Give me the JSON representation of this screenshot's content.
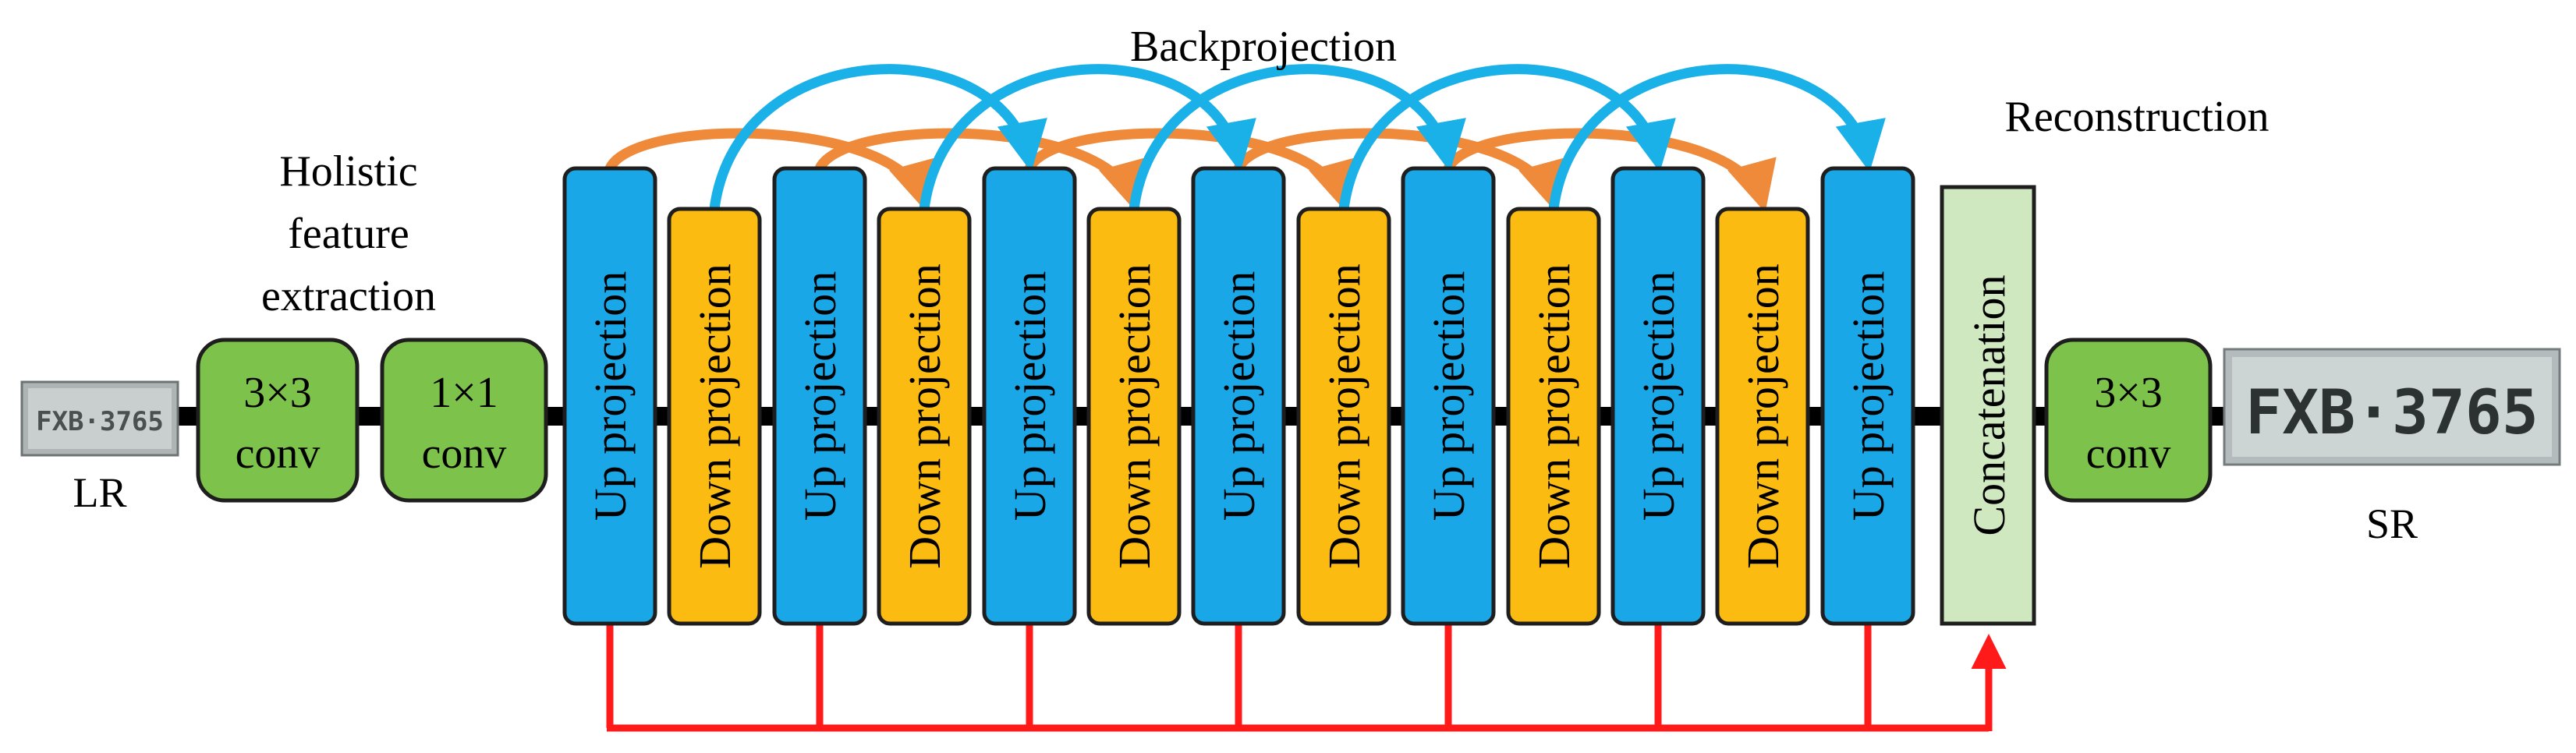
{
  "labels": {
    "backprojection": "Backprojection",
    "reconstruction": "Reconstruction",
    "holistic": [
      "Holistic",
      "feature",
      "extraction"
    ],
    "lr": "LR",
    "sr": "SR"
  },
  "convs": [
    {
      "line1": "3×3",
      "line2": "conv"
    },
    {
      "line1": "1×1",
      "line2": "conv"
    },
    {
      "line1": "3×3",
      "line2": "conv"
    }
  ],
  "stages": [
    {
      "type": "up",
      "label": "Up projection"
    },
    {
      "type": "down",
      "label": "Down projection"
    },
    {
      "type": "up",
      "label": "Up projection"
    },
    {
      "type": "down",
      "label": "Down projection"
    },
    {
      "type": "up",
      "label": "Up projection"
    },
    {
      "type": "down",
      "label": "Down projection"
    },
    {
      "type": "up",
      "label": "Up projection"
    },
    {
      "type": "down",
      "label": "Down projection"
    },
    {
      "type": "up",
      "label": "Up projection"
    },
    {
      "type": "down",
      "label": "Down projection"
    },
    {
      "type": "up",
      "label": "Up projection"
    },
    {
      "type": "down",
      "label": "Down projection"
    },
    {
      "type": "up",
      "label": "Up projection"
    }
  ],
  "concat_label": "Concatenation",
  "plates": {
    "lr_text": "FXB·3765",
    "sr_text": "FXB·3765"
  },
  "colors": {
    "up": "#1aa7e8",
    "down": "#fbbb10",
    "conv": "#7dc24b",
    "concat": "#cfe8c0",
    "blue_arrow": "#1ab0e8",
    "orange_arrow": "#ee8a3a",
    "red_line": "#ff1a1a",
    "backbone": "#000000"
  }
}
